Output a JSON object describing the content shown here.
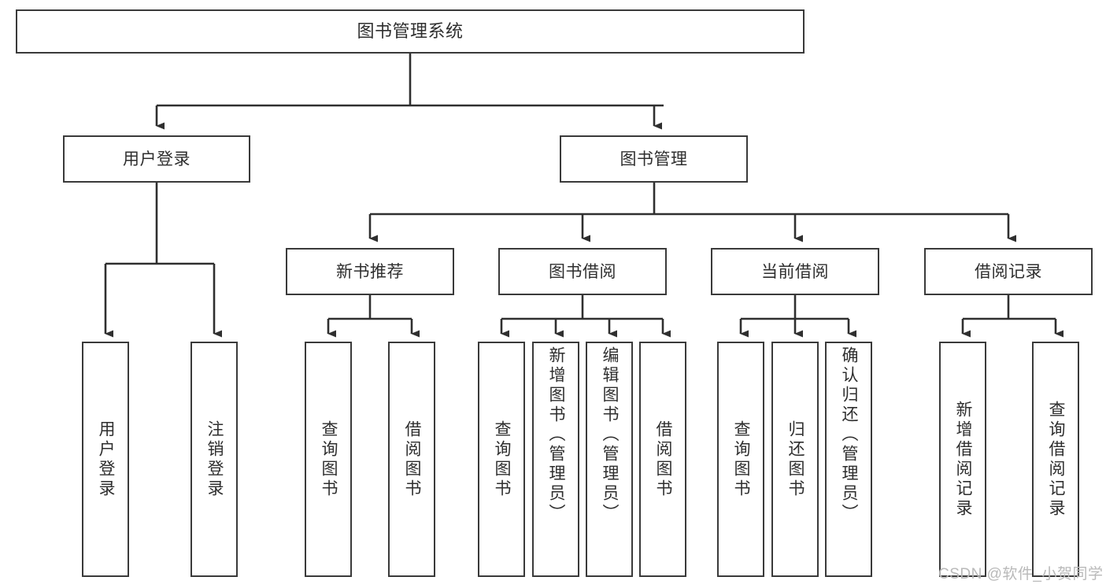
{
  "diagram": {
    "type": "tree-hierarchy",
    "title": "图书管理系统",
    "orientation": "top-down",
    "colors": {
      "box_border": "#3a3a3a",
      "box_fill": "#ffffff",
      "text": "#2e2e2e",
      "connector": "#2f2f2f",
      "watermark": "#b9b9b9",
      "background": "#ffffff"
    },
    "levels": {
      "level_0": [
        "图书管理系统"
      ],
      "level_1": [
        "用户登录",
        "图书管理"
      ],
      "level_2": [
        "新书推荐",
        "图书借阅",
        "当前借阅",
        "借阅记录"
      ],
      "level_3": [
        "用户登录",
        "注销登录",
        "查询图书",
        "借阅图书",
        "查询图书",
        "新增图书（管理员）",
        "编辑图书（管理员）",
        "借阅图书",
        "查询图书",
        "归还图书",
        "确认归还（管理员）",
        "新增借阅记录",
        "查询借阅记录"
      ]
    },
    "nodes": {
      "root": {
        "label": "图书管理系统"
      },
      "user_login": {
        "label": "用户登录"
      },
      "book_mgmt": {
        "label": "图书管理"
      },
      "new_book_rec": {
        "label": "新书推荐"
      },
      "book_borrow": {
        "label": "图书借阅"
      },
      "current_borrow": {
        "label": "当前借阅"
      },
      "borrow_record": {
        "label": "借阅记录"
      },
      "leaf_user_login": {
        "label": "用户登录"
      },
      "leaf_logout": {
        "label": "注销登录"
      },
      "leaf_query_book_1": {
        "label": "查询图书"
      },
      "leaf_borrow_book_1": {
        "label": "借阅图书"
      },
      "leaf_query_book_2": {
        "label": "查询图书"
      },
      "leaf_add_book": {
        "label": "新增图书（管理员）"
      },
      "leaf_edit_book": {
        "label": "编辑图书（管理员）"
      },
      "leaf_borrow_book_2": {
        "label": "借阅图书"
      },
      "leaf_query_book_3": {
        "label": "查询图书"
      },
      "leaf_return_book": {
        "label": "归还图书"
      },
      "leaf_confirm_return": {
        "label": "确认归还（管理员）"
      },
      "leaf_add_record": {
        "label": "新增借阅记录"
      },
      "leaf_query_record": {
        "label": "查询借阅记录"
      }
    },
    "edges": [
      {
        "from": "图书管理系统",
        "to": "用户登录"
      },
      {
        "from": "图书管理系统",
        "to": "图书管理"
      },
      {
        "from": "用户登录",
        "to": "用户登录"
      },
      {
        "from": "用户登录",
        "to": "注销登录"
      },
      {
        "from": "图书管理",
        "to": "新书推荐"
      },
      {
        "from": "图书管理",
        "to": "图书借阅"
      },
      {
        "from": "图书管理",
        "to": "当前借阅"
      },
      {
        "from": "图书管理",
        "to": "借阅记录"
      },
      {
        "from": "新书推荐",
        "to": "查询图书"
      },
      {
        "from": "新书推荐",
        "to": "借阅图书"
      },
      {
        "from": "图书借阅",
        "to": "查询图书"
      },
      {
        "from": "图书借阅",
        "to": "新增图书（管理员）"
      },
      {
        "from": "图书借阅",
        "to": "编辑图书（管理员）"
      },
      {
        "from": "图书借阅",
        "to": "借阅图书"
      },
      {
        "from": "当前借阅",
        "to": "查询图书"
      },
      {
        "from": "当前借阅",
        "to": "归还图书"
      },
      {
        "from": "当前借阅",
        "to": "确认归还（管理员）"
      },
      {
        "from": "借阅记录",
        "to": "新增借阅记录"
      },
      {
        "from": "借阅记录",
        "to": "查询借阅记录"
      }
    ]
  },
  "watermark": {
    "text": "CSDN @软件_小贺同学"
  }
}
